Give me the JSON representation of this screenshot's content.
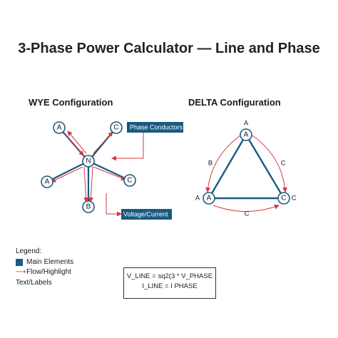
{
  "title": "3-Phase Power Calculator — Line and Phase",
  "wye": {
    "title": "WYE Configuration",
    "center_label": "N",
    "node_labels": [
      "A",
      "C",
      "A",
      "C",
      "B"
    ],
    "callout_top": "Phase Conductors",
    "callout_bottom": "Voltage/Current"
  },
  "delta": {
    "title": "DELTA Configuration",
    "corner_labels": [
      "A",
      "A",
      "C"
    ],
    "outer_labels": [
      "A",
      "A",
      "C"
    ],
    "edge_labels": [
      "B",
      "C",
      "C"
    ]
  },
  "legend": {
    "title": "Legend:",
    "items": [
      "Main Elements",
      "Flow/Highlight",
      "Text/Labels"
    ]
  },
  "formula": {
    "line1": "V_LINE = sq2(3 * V_PHASE",
    "line2": "I_LINE = I PHASE"
  },
  "colors": {
    "main": "#1a5a82",
    "flow": "#d9363e"
  }
}
